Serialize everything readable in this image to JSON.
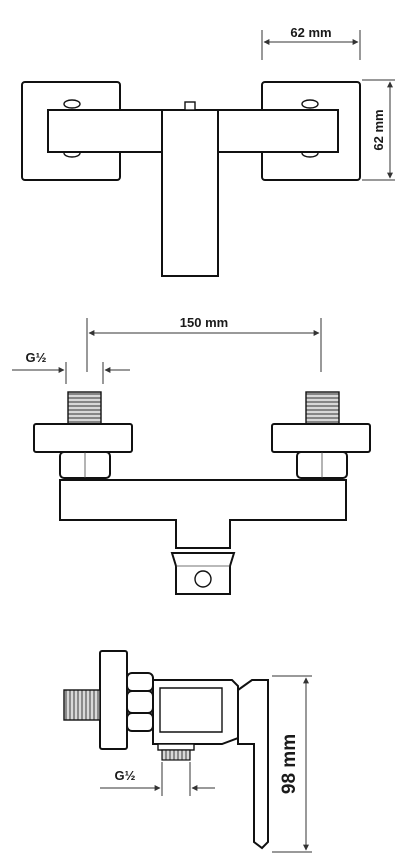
{
  "dimensions": {
    "top_width": "62 mm",
    "top_height": "62 mm",
    "spacing": "150 mm",
    "thread_front": "G½",
    "thread_side": "G½",
    "side_height": "98 mm"
  },
  "colors": {
    "line": "#111111",
    "text": "#1a1a1a",
    "background": "#ffffff"
  }
}
